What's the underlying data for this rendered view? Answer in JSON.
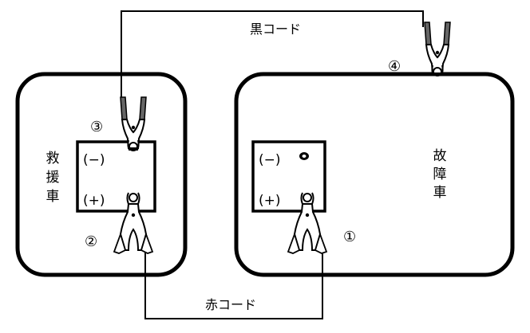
{
  "diagram": {
    "rescue_car": {
      "label": "救援車",
      "chars": [
        "救",
        "援",
        "車"
      ]
    },
    "disabled_car": {
      "label": "故障車",
      "chars": [
        "故",
        "障",
        "車"
      ]
    },
    "black_cord": "黒コード",
    "red_cord": "赤コード",
    "rescue_battery": {
      "minus": "(−)",
      "plus": "(+)"
    },
    "disabled_battery": {
      "minus": "(−)",
      "plus": "(+)"
    },
    "steps": {
      "s1": "①",
      "s2": "②",
      "s3": "③",
      "s4": "④"
    }
  }
}
